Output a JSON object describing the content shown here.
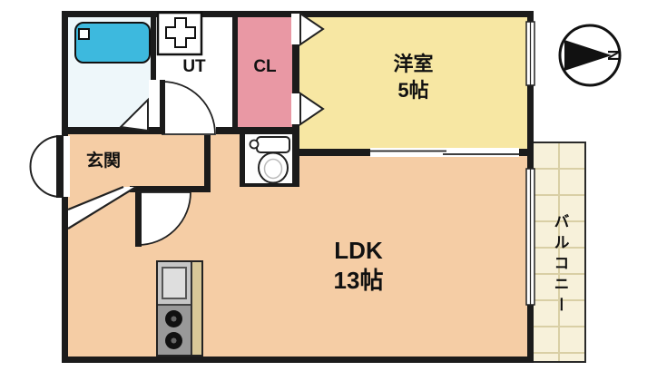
{
  "floorplan": {
    "rooms": {
      "western": {
        "label": "洋室",
        "size": "5帖"
      },
      "ldk": {
        "label": "LDK",
        "size": "13帖"
      },
      "ut": {
        "label": "UT"
      },
      "closet": {
        "label": "CL"
      },
      "entrance": {
        "label": "玄関"
      },
      "balcony": {
        "label": "バルコニー"
      }
    },
    "compass": {
      "label": "N"
    },
    "fixtures": [
      "bathtub",
      "washbasin",
      "toilet",
      "kitchen-stove",
      "entrance-door",
      "room-doors",
      "windows"
    ]
  },
  "colors": {
    "wall": "#1b1b1b",
    "western-room": "#f7e7a3",
    "ldk-room": "#f5cda5",
    "closet-room": "#e998a4",
    "bathroom-floor": "#eef7fa",
    "ut-floor": "#ffffff",
    "bathtub": "#3db9de",
    "balcony-floor": "#f7f1da",
    "balcony-grid": "#d9cfa5",
    "kitchen-counter": "#c6c6c6",
    "kitchen-edge": "#d8c898"
  }
}
